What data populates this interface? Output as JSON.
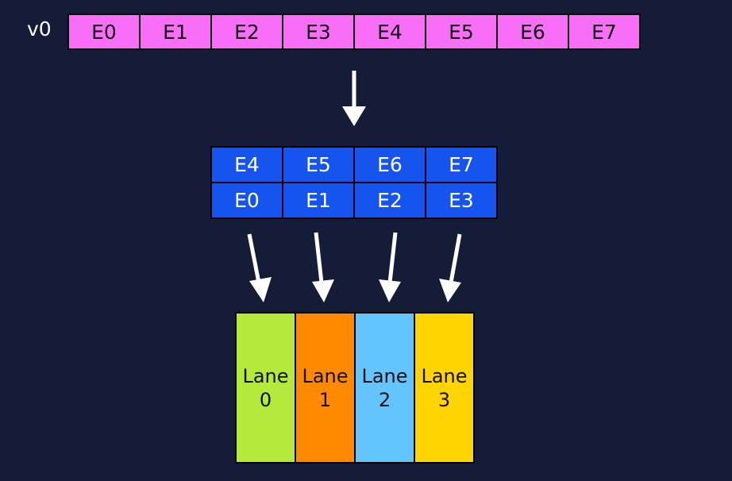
{
  "register": {
    "label": "v0",
    "elements": [
      "E0",
      "E1",
      "E2",
      "E3",
      "E4",
      "E5",
      "E6",
      "E7"
    ]
  },
  "split": {
    "upper": [
      "E4",
      "E5",
      "E6",
      "E7"
    ],
    "lower": [
      "E0",
      "E1",
      "E2",
      "E3"
    ]
  },
  "lanes": [
    {
      "word": "Lane",
      "number": "0",
      "color": "#b3ea3b"
    },
    {
      "word": "Lane",
      "number": "1",
      "color": "#ff8a00"
    },
    {
      "word": "Lane",
      "number": "2",
      "color": "#64c4fe"
    },
    {
      "word": "Lane",
      "number": "3",
      "color": "#ffd400"
    }
  ],
  "colors": {
    "background": "#151c38",
    "register": "#f96ef6",
    "split": "#1654f0",
    "arrow": "#ffffff"
  }
}
